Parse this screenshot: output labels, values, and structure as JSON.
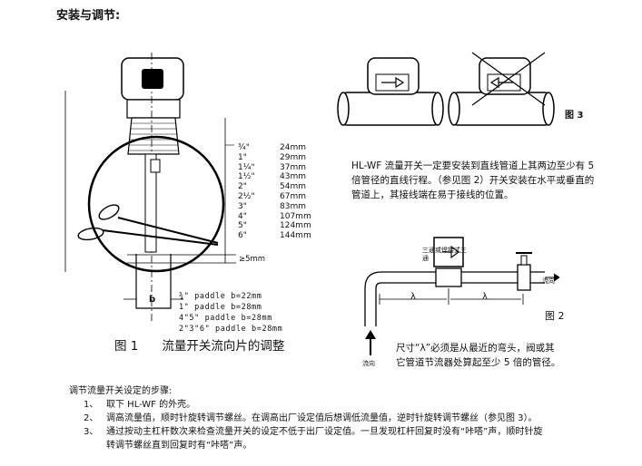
{
  "title": "安装与调节:",
  "fig1": {
    "sizes": [
      {
        "inch": "¾\"",
        "mm": "24mm"
      },
      {
        "inch": "1\"",
        "mm": "29mm"
      },
      {
        "inch": "1¼\"",
        "mm": "37mm"
      },
      {
        "inch": "1½\"",
        "mm": "43mm"
      },
      {
        "inch": "2\"",
        "mm": "54mm"
      },
      {
        "inch": "2½\"",
        "mm": "67mm"
      },
      {
        "inch": "3\"",
        "mm": "83mm"
      },
      {
        "inch": "4\"",
        "mm": "107mm"
      },
      {
        "inch": "5\"",
        "mm": "124mm"
      },
      {
        "inch": "6\"",
        "mm": "144mm"
      }
    ],
    "gap_label": "≥5mm",
    "b_label": "b",
    "paddles": [
      "¾\" paddle b=22mm",
      "1\" paddle b=28mm",
      "4\"5\" paddle b=28mm",
      "2\"3\"6\" paddle b=28mm"
    ],
    "caption_num": "图 1",
    "caption_text": "流量开关流向片的调整"
  },
  "fig3": {
    "label": "图 3"
  },
  "install_note": "HL-WF 流量开关一定要安装到直线管道上其两边至少有 5 倍管径的直线行程。（参见图 2）开关安装在水平或垂直的管道上，其接线端在易于接线的位置。",
  "fig2": {
    "valve_label": "三通或焊接式三通",
    "lambda": "λ",
    "flow_label": "流向",
    "label": "图 2"
  },
  "dim_note": "尺寸“λ”必须是从最近的弯头，阀或其它管道节流器处算起至少 5 倍的管径。",
  "flow_arrow_label": "流向",
  "steps": {
    "heading": "调节流量开关设定的步骤:",
    "items": [
      {
        "num": "1、",
        "text": "取下 HL-WF 的外壳。"
      },
      {
        "num": "2、",
        "text": "调高流量值，顺时针旋转调节螺丝。在调高出厂设定值后想调低流量值，逆时针旋转调节螺丝（参见图 3）。"
      },
      {
        "num": "3、",
        "text": "通过按动主杠杆数次来检查流量开关的设定不低于出厂设定值。一旦发现杠杆回复时没有“咔嗒”声，顺时针旋"
      },
      {
        "num": "",
        "text": "转调节螺丝直到回复时有“咔嗒”声。"
      }
    ]
  }
}
